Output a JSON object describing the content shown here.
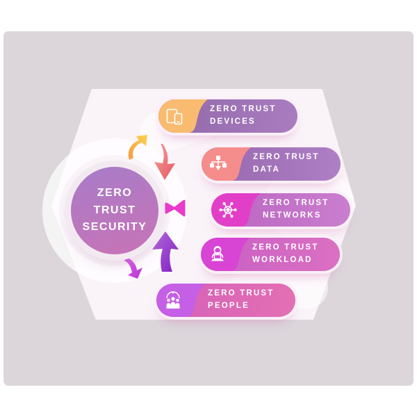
{
  "figure": {
    "background": {
      "page": "#FFFFFF",
      "panel": "#DCD6DB",
      "inner_hexagon": "#FAF4F9"
    },
    "center": {
      "lines": [
        "ZERO",
        "TRUST",
        "SECURITY"
      ],
      "gradient_top": "#A87CC8",
      "gradient_bottom": "#C873B6",
      "ring": "#F3EAF1"
    },
    "pills": [
      {
        "id": "devices",
        "line1": "ZERO TRUST",
        "line2": "DEVICES",
        "icon": "tablet-phone-icon",
        "icon_bg": "#F8BB70",
        "body_from": "#9168A8",
        "body_to": "#A97CC0"
      },
      {
        "id": "data",
        "line1": "ZERO TRUST",
        "line2": "DATA",
        "icon": "data-flow-icon",
        "icon_bg": "#F58D8D",
        "body_from": "#9767AD",
        "body_to": "#AF7FC5"
      },
      {
        "id": "networks",
        "line1": "ZERO TRUST",
        "line2": "NETWORKS",
        "icon": "network-hub-icon",
        "icon_bg": "#E23FC9",
        "body_from": "#B964C0",
        "body_to": "#CA7ECF"
      },
      {
        "id": "workload",
        "line1": "ZERO TRUST",
        "line2": "WORKLOAD",
        "icon": "person-laptop-icon",
        "icon_bg": "#D844D4",
        "body_from": "#C75FC4",
        "body_to": "#DB70C2"
      },
      {
        "id": "people",
        "line1": "ZERO TRUST",
        "line2": "PEOPLE",
        "icon": "people-group-icon",
        "icon_bg": "#C55FE6",
        "body_from": "#D560B8",
        "body_to": "#E36FB4"
      }
    ],
    "arrows": [
      {
        "name": "orange-curved-arrow",
        "color_from": "#F49B45",
        "color_to": "#FBD44C"
      },
      {
        "name": "red-down-arrow",
        "color_from": "#F7A09B",
        "color_to": "#E4555F"
      },
      {
        "name": "magenta-bowtie-arrow",
        "color": "#E93BCD"
      },
      {
        "name": "purple-up-arrow",
        "color_from": "#B56BDC",
        "color_to": "#7F1FC0"
      },
      {
        "name": "magenta-curved-arrow",
        "color_from": "#D965EA",
        "color_to": "#B935D2"
      }
    ]
  }
}
